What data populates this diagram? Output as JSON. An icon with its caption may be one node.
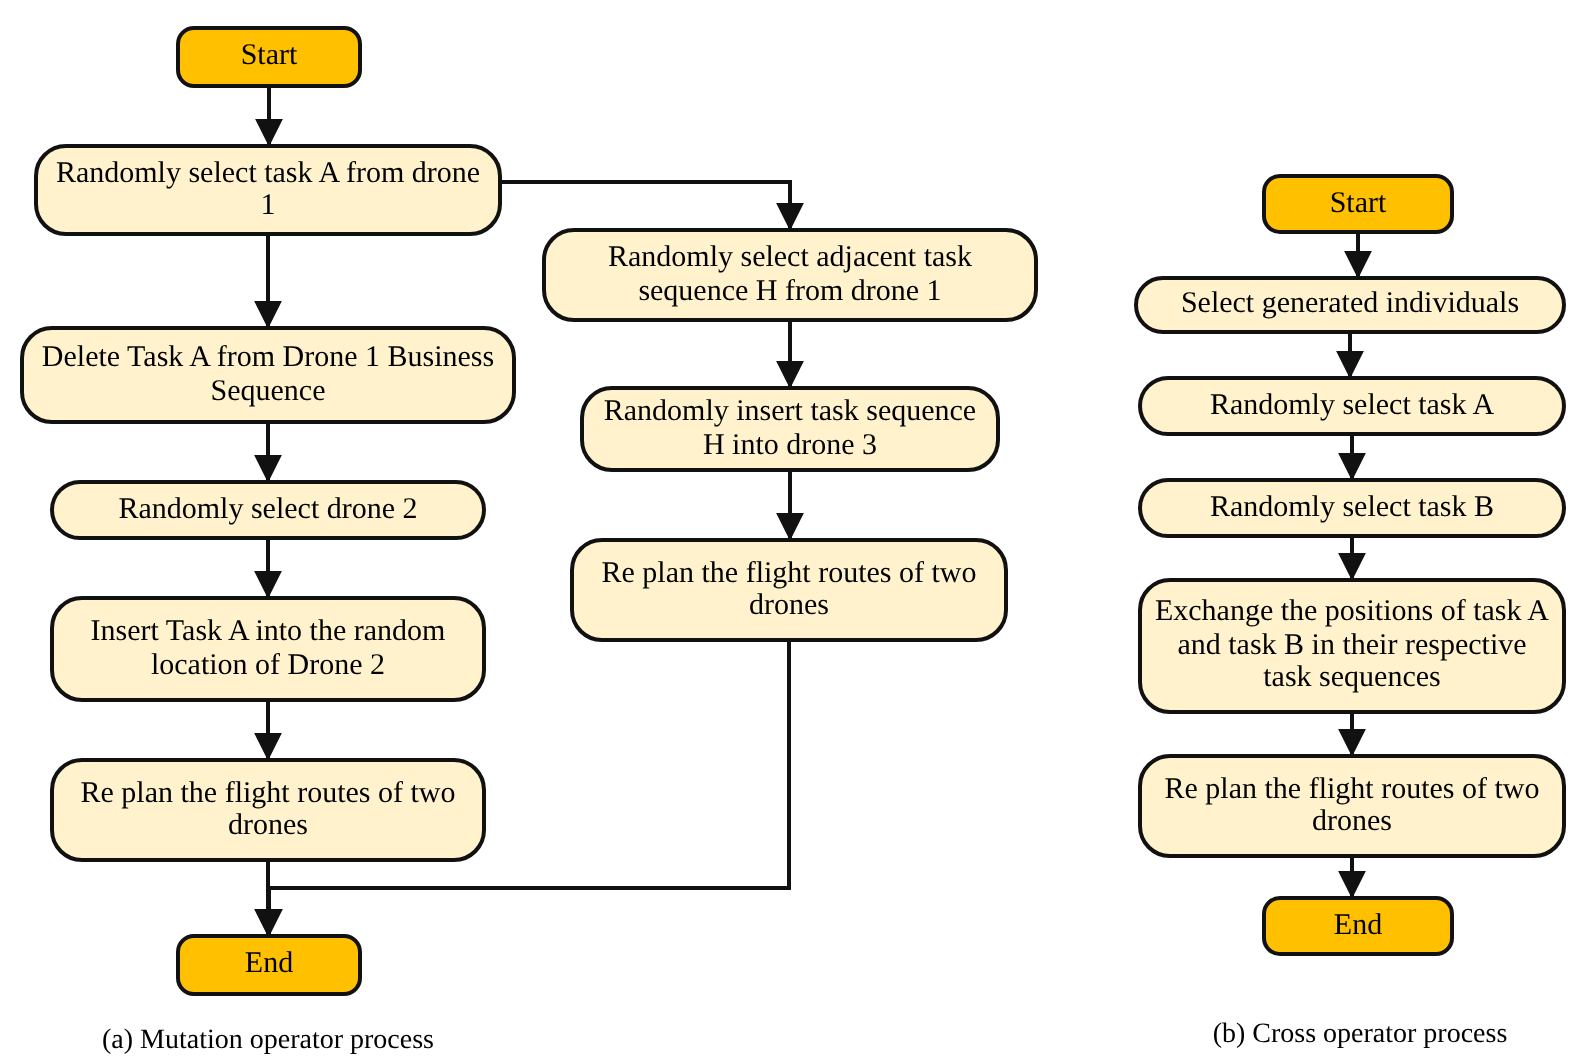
{
  "diagram": {
    "nodes": [
      {
        "text": [
          "Start"
        ]
      },
      {
        "text": [
          "Randomly select task A from drone 1"
        ]
      },
      {
        "text": [
          "Delete Task A from Drone 1 Business Sequence"
        ]
      },
      {
        "text": [
          "Randomly select drone 2"
        ]
      },
      {
        "text": [
          "Insert Task A into the random location of Drone 2"
        ]
      },
      {
        "text": [
          "Re plan the flight routes of two drones"
        ]
      },
      {
        "text": [
          "End"
        ]
      },
      {
        "text": [
          "Randomly select adjacent task sequence H from drone 1"
        ]
      },
      {
        "text": [
          "Randomly insert task sequence H into drone 3"
        ]
      },
      {
        "text": [
          "Re plan the flight routes of two drones"
        ]
      },
      {
        "text": [
          "Start"
        ]
      },
      {
        "text": [
          "Select generated individuals"
        ]
      },
      {
        "text": [
          "Randomly select task A"
        ]
      },
      {
        "text": [
          "Randomly select task B"
        ]
      },
      {
        "text": [
          "Exchange the positions of task A and task B in their respective task sequences"
        ]
      },
      {
        "text": [
          "Re plan the flight routes of two drones"
        ]
      },
      {
        "text": [
          "End"
        ]
      }
    ],
    "edges": [
      {
        "from": 0,
        "to": 1,
        "arrow": "to"
      },
      {
        "from": 1,
        "to": 2,
        "arrow": "to"
      },
      {
        "from": 1,
        "to": 7,
        "arrow": "to"
      },
      {
        "from": 2,
        "to": 3,
        "arrow": "to"
      },
      {
        "from": 3,
        "to": 4,
        "arrow": "to"
      },
      {
        "from": 4,
        "to": 5,
        "arrow": "to"
      },
      {
        "from": 5,
        "to": 6,
        "arrow": "to"
      },
      {
        "from": 7,
        "to": 8,
        "arrow": "to"
      },
      {
        "from": 8,
        "to": 9,
        "arrow": "to"
      },
      {
        "from": 9,
        "to": 6,
        "arrow": "to"
      },
      {
        "from": 10,
        "to": 11,
        "arrow": "to"
      },
      {
        "from": 11,
        "to": 12,
        "arrow": "to"
      },
      {
        "from": 12,
        "to": 13,
        "arrow": "to"
      },
      {
        "from": 13,
        "to": 14,
        "arrow": "to"
      },
      {
        "from": 14,
        "to": 15,
        "arrow": "to"
      },
      {
        "from": 15,
        "to": 16,
        "arrow": "to"
      }
    ],
    "labels": [
      "(a) Mutation operator process",
      "(b) Cross operator process"
    ]
  }
}
